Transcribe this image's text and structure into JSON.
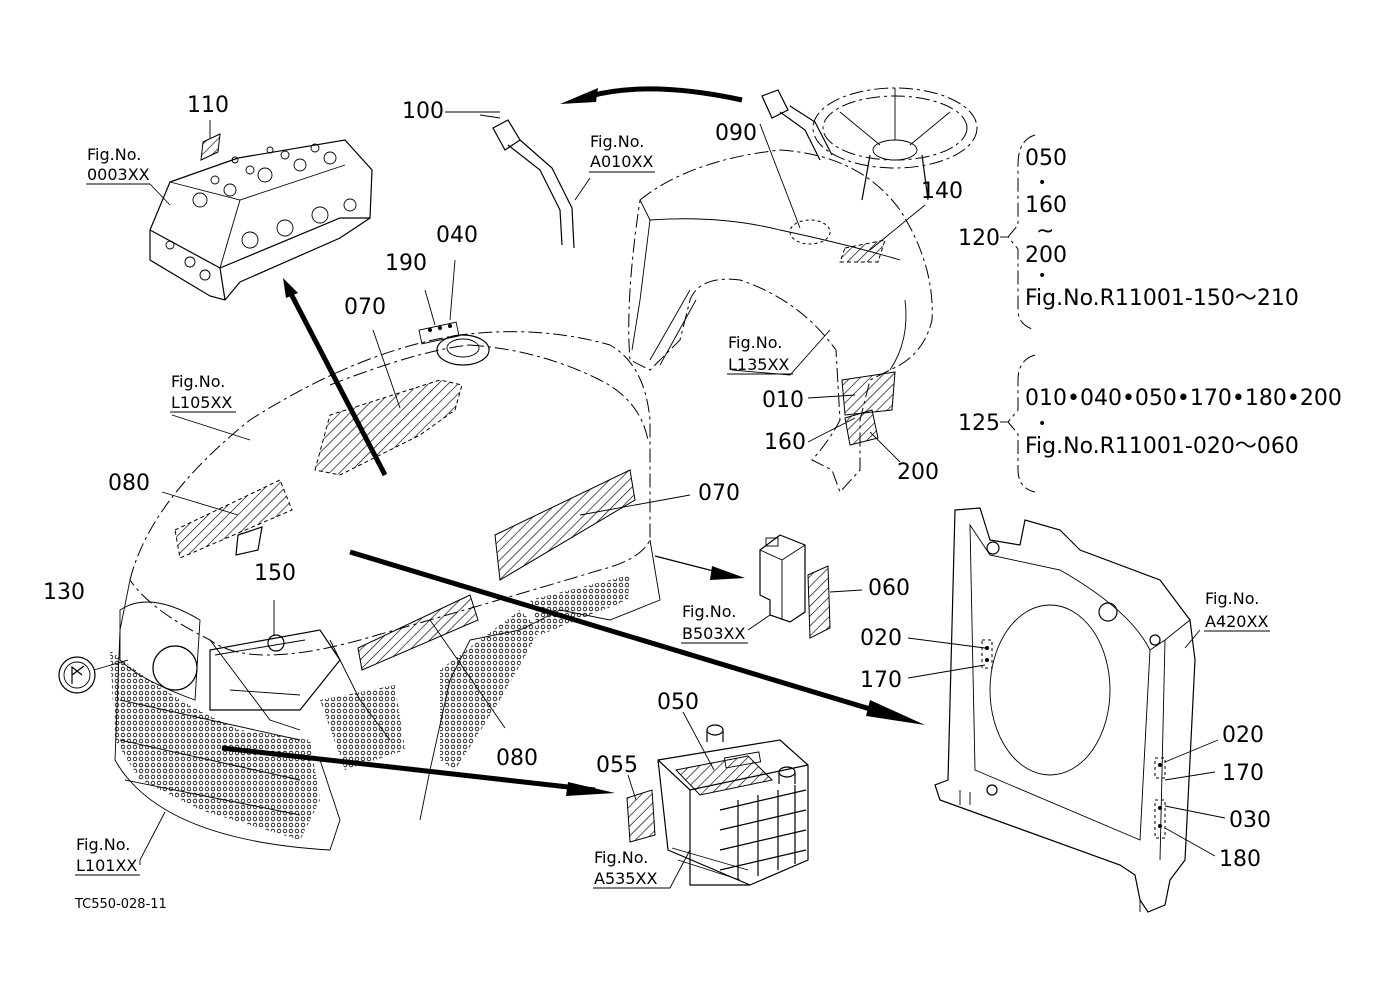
{
  "callouts": {
    "p110": "110",
    "p100": "100",
    "p090": "090",
    "p140": "140",
    "p190": "190",
    "p040": "040",
    "p070a": "070",
    "p080a": "080",
    "p070b": "070",
    "p150": "150",
    "p130": "130",
    "p080b": "080",
    "p010": "010",
    "p160": "160",
    "p200": "200",
    "p060": "060",
    "p020a": "020",
    "p170a": "170",
    "p050": "050",
    "p055": "055",
    "p020b": "020",
    "p170b": "170",
    "p030": "030",
    "p180": "180",
    "p120": "120",
    "p125": "125"
  },
  "fig_refs": {
    "f0003": {
      "label": "Fig.No.",
      "code": "0003XX"
    },
    "fA010": {
      "label": "Fig.No.",
      "code": "A010XX"
    },
    "fL105": {
      "label": "Fig.No.",
      "code": "L105XX"
    },
    "fL135": {
      "label": "Fig.No.",
      "code": "L135XX"
    },
    "fB503": {
      "label": "Fig.No.",
      "code": "B503XX"
    },
    "fA420": {
      "label": "Fig.No.",
      "code": "A420XX"
    },
    "fA535": {
      "label": "Fig.No.",
      "code": "A535XX"
    },
    "fL101": {
      "label": "Fig.No.",
      "code": "L101XX"
    }
  },
  "group_120": {
    "line1": "050",
    "dot1": "•",
    "line2": "160",
    "tilde": "~",
    "line3": "200",
    "dot2": "•",
    "line4": "Fig.No.R11001-150～210"
  },
  "group_125": {
    "line1": "010•040•050•170•180•200",
    "dot1": "•",
    "line2": "Fig.No.R11001-020～060"
  },
  "drawing_code": "TC550-028-11"
}
